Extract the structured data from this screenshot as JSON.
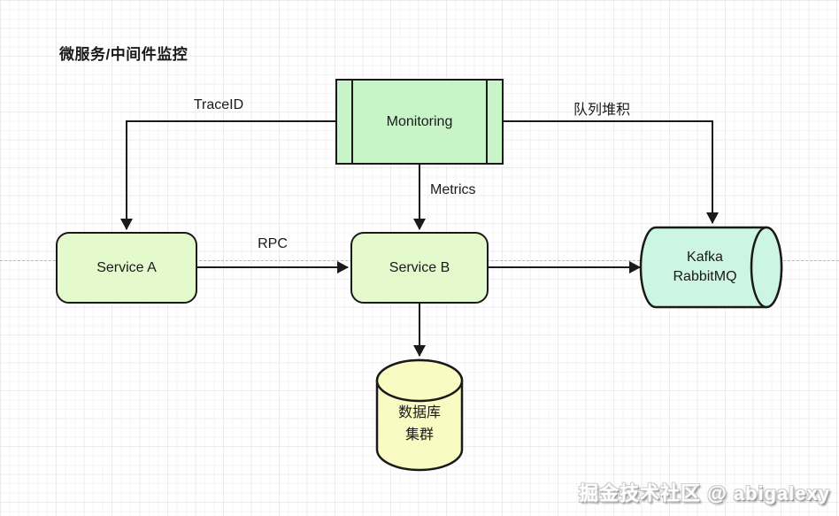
{
  "title": "微服务/中间件监控",
  "watermark": "掘金技术社区 @ abigalexy",
  "diagram": {
    "stroke": "#1a1a1a",
    "guide_color": "#bdbdbd",
    "nodes": [
      {
        "id": "monitoring",
        "label": "Monitoring",
        "shape": "process",
        "fill": "#c8f5c8"
      },
      {
        "id": "service-a",
        "label": "Service A",
        "shape": "rounded-rect",
        "fill": "#e4facd"
      },
      {
        "id": "service-b",
        "label": "Service B",
        "shape": "rounded-rect",
        "fill": "#e4facd"
      },
      {
        "id": "mq",
        "label": "Kafka RabbitMQ",
        "lines": [
          "Kafka",
          "RabbitMQ"
        ],
        "shape": "cylinder-horizontal",
        "fill": "#cdf5e4"
      },
      {
        "id": "database",
        "label": "数据库 集群",
        "lines": [
          "数据库",
          "集群"
        ],
        "shape": "cylinder-vertical",
        "fill": "#fafac3"
      }
    ],
    "edges": [
      {
        "from": "monitoring",
        "to": "service-a",
        "label": "TraceID"
      },
      {
        "from": "monitoring",
        "to": "mq",
        "label": "队列堆积"
      },
      {
        "from": "monitoring",
        "to": "service-b",
        "label": "Metrics"
      },
      {
        "from": "service-a",
        "to": "service-b",
        "label": "RPC"
      },
      {
        "from": "service-b",
        "to": "mq",
        "label": ""
      },
      {
        "from": "service-b",
        "to": "database",
        "label": ""
      }
    ]
  }
}
